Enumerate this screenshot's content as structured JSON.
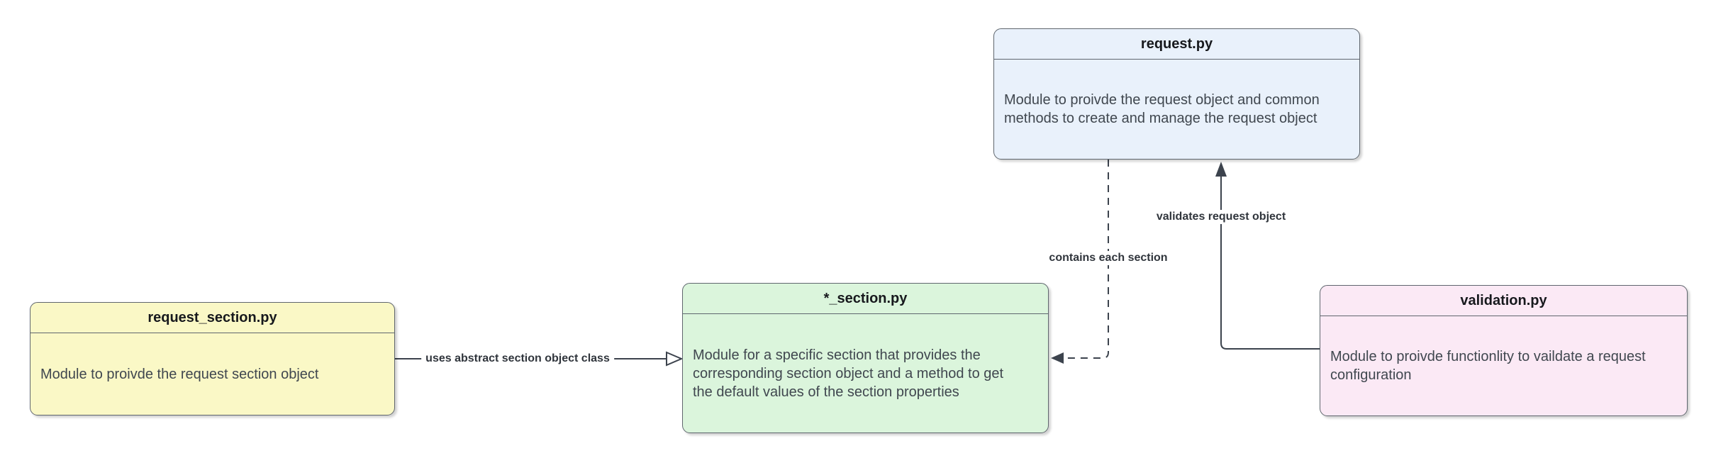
{
  "diagram": {
    "colors": {
      "canvas_background": "#FFFFFF",
      "connector": "#3C434D",
      "node_border": "#5F666E",
      "title_text": "#17191D",
      "body_text": "#40474F",
      "edge_label_text": "#30353C",
      "node_fill_request": "#E9F1FB",
      "node_fill_request_section": "#FAF8C6",
      "node_fill_star_section": "#DBF5DC",
      "node_fill_validation": "#FBE9F5"
    },
    "nodes": [
      {
        "id": "request",
        "title": "request.py",
        "body": "Module to proivde the request object and common\nmethods to create and manage the request object",
        "fill": "#E9F1FB"
      },
      {
        "id": "request_section",
        "title": "request_section.py",
        "body": "Module to proivde the request section object",
        "fill": "#FAF8C6"
      },
      {
        "id": "star_section",
        "title": "*_section.py",
        "body": "Module for a specific section that provides the\ncorresponding section object and a method to get\nthe default values of the section properties",
        "fill": "#DBF5DC"
      },
      {
        "id": "validation",
        "title": "validation.py",
        "body": "Module to proivde functionlity to vaildate a request\nconfiguration",
        "fill": "#FBE9F5"
      }
    ],
    "edges": [
      {
        "label": "uses abstract section object class",
        "from": "request_section.py",
        "to": "*_section.py",
        "line": "solid",
        "arrowhead": "open"
      },
      {
        "label": "contains each section",
        "from": "request.py",
        "to": "*_section.py",
        "line": "dashed",
        "arrowhead": "filled"
      },
      {
        "label": "validates request object",
        "from": "validation.py",
        "to": "request.py",
        "line": "solid",
        "arrowhead": "filled"
      }
    ]
  }
}
